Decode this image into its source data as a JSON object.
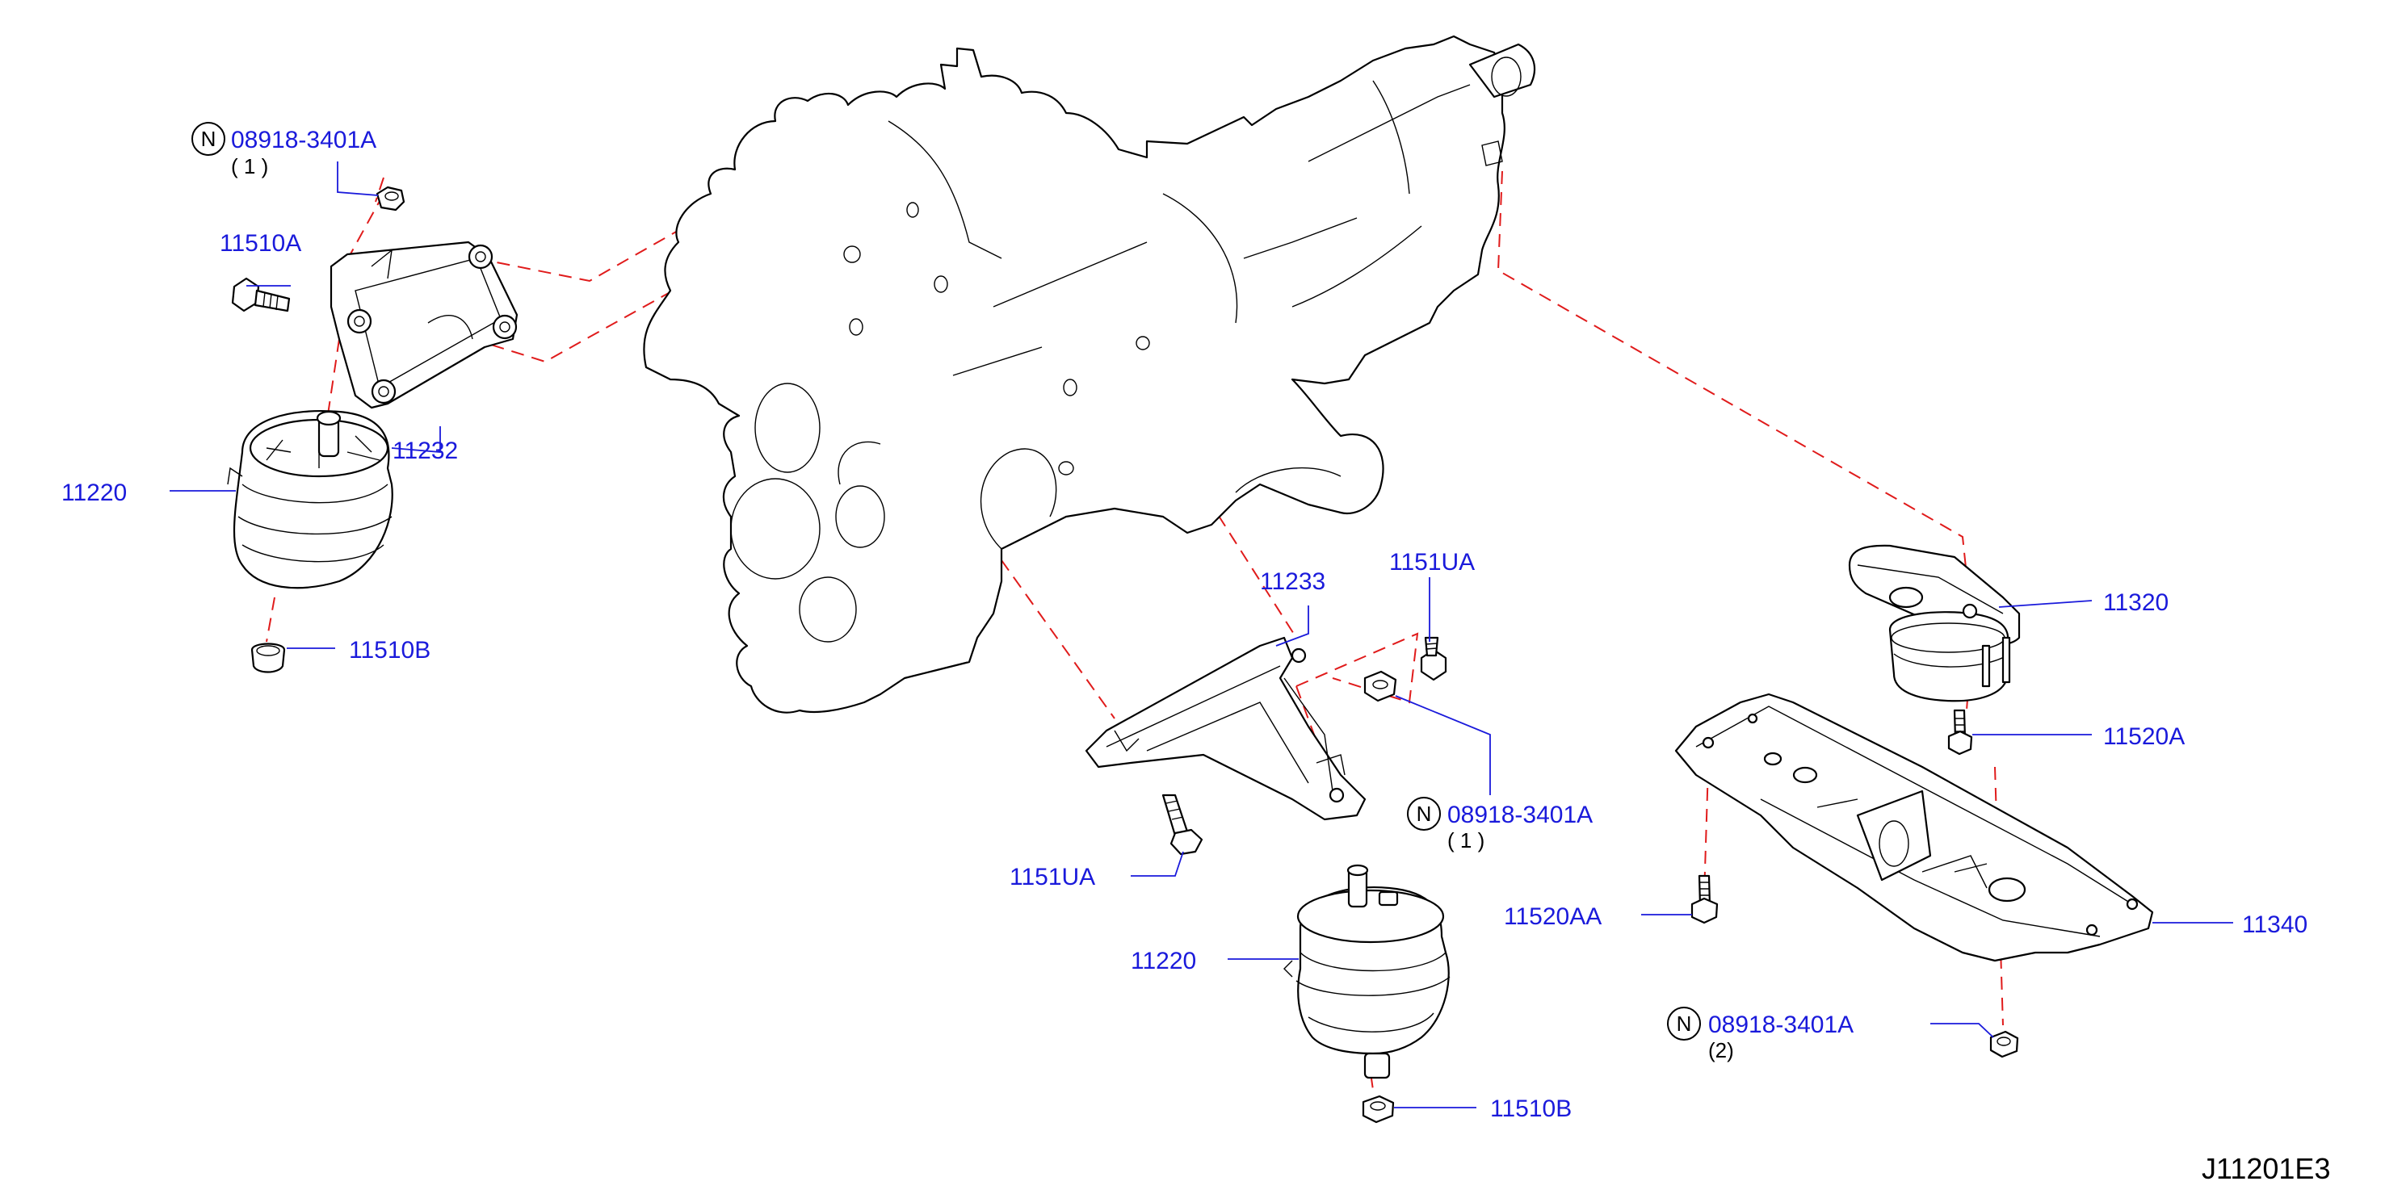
{
  "colors": {
    "label": "#1a1adb",
    "dashed_line": "#e01b1b",
    "ink": "#000000",
    "background": "#ffffff"
  },
  "diagram_code": "J11201E3",
  "labels": {
    "nut_top_left": {
      "part": "08918-3401A",
      "qty": "( 1 )"
    },
    "bolt_top_left": "11510A",
    "bracket_left": "11232",
    "insulator_left": "11220",
    "nut_left_bottom": "11510B",
    "bracket_center": "11233",
    "bolt_center_right": "1151UA",
    "nut_center": {
      "part": "08918-3401A",
      "qty": "( 1 )"
    },
    "bolt_center_left": "1151UA",
    "insulator_center": "11220",
    "nut_center_bottom": "11510B",
    "rear_mount": "11320",
    "bolt_rear_mount": "11520A",
    "bolt_member": "11520AA",
    "member": "11340",
    "nut_member": {
      "part": "08918-3401A",
      "qty": "(2)"
    }
  },
  "icons": {
    "nut_symbol": "N"
  }
}
